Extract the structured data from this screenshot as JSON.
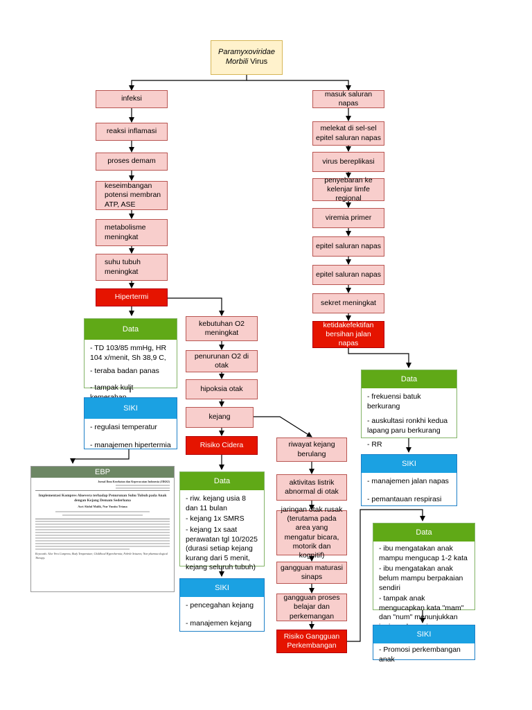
{
  "root": {
    "line1": "Paramyxoviridae",
    "line2": "Morbili",
    "line3": "Virus"
  },
  "left_chain": [
    "infeksi",
    "reaksi inflamasi",
    "proses demam",
    "keseimbangan potensi membran ATP, ASE",
    "metabolisme meningkat",
    "suhu tubuh meningkat"
  ],
  "hipertermi": "Hipertermi",
  "right_chain": [
    "masuk saluran napas",
    "melekat di sel-sel epitel saluran napas",
    "virus bereplikasi",
    "penyebaran ke kelenjar limfe regional",
    "viremia primer",
    "epitel saluran napas",
    "epitel saluran napas",
    "sekret meningkat"
  ],
  "bersihan": "ketidakefektifan bersihan jalan napas",
  "mid_chain": [
    "kebutuhan O2 meningkat",
    "penurunan O2 di otak",
    "hipoksia otak",
    "kejang"
  ],
  "risiko_cidera": "Risiko Cidera",
  "dev_chain": [
    "riwayat kejang berulang",
    "aktivitas listrik abnormal di otak",
    "jaringan otak rusak (terutama pada area yang mengatur bicara, motorik dan kognitif)",
    "gangguan maturasi sinaps",
    "gangguan proses belajar dan perkemangan"
  ],
  "risiko_perkembangan": "Risiko Gangguan Perkembangan",
  "data_hipertermi": {
    "title": "Data",
    "items": [
      "- TD 103/85 mmHg, HR 104 x/menit, Sh 38,9 C,",
      "- teraba badan panas",
      "- tampak kulit kemerahan"
    ]
  },
  "siki_hipertermi": {
    "title": "SIKI",
    "items": [
      "- regulasi temperatur",
      "- manajemen hipertermia"
    ]
  },
  "data_napas": {
    "title": "Data",
    "items": [
      "- frekuensi batuk berkurang",
      "- auskultasi ronkhi kedua lapang paru berkurang",
      "- RR"
    ]
  },
  "siki_napas": {
    "title": "SIKI",
    "items": [
      "- manajemen jalan napas",
      "- pemantauan respirasi"
    ]
  },
  "data_cidera": {
    "title": "Data",
    "items": [
      "- riw. kejang usia 8 dan 11 bulan",
      "- kejang 1x SMRS",
      "- kejang 1x saat perawatan tgl 10/2025 (durasi setiap kejang kurang dari 5 menit, kejang seluruh tubuh)"
    ]
  },
  "siki_cidera": {
    "title": "SIKI",
    "items": [
      "- pencegahan kejang",
      "- manajemen kejang"
    ]
  },
  "data_perkembangan": {
    "title": "Data",
    "items": [
      "- ibu mengatakan anak mampu mengucap 1-2 kata",
      "- ibu mengatakan anak belum mampu berpakaian sendiri",
      "- tampak anak mengucapkan kata \"mam\" dan \"num\" menunjukkan ingin makan minum"
    ]
  },
  "siki_perkembangan": {
    "title": "SIKI",
    "items": [
      "- Promosi perkembangan anak"
    ]
  },
  "ebp": {
    "title": "EBP",
    "journal": "Jurnal Ilmu Kesehatan dan Keperawatan Indonesia (JIKKI)",
    "paper_title": "Implementasi Kompres Aloevera terhadap Penurunan Suhu Tubuh pada Anak dengan Kejang Demam Sederhana",
    "authors": "Asri Abdul Malik, Nur Yunita Triana",
    "keywords": "Keywords: Aloe Vera Compress; Body Temperature; Childhood Hyperthermia; Febrile Seizures; Non-pharmacological Therapy."
  },
  "colors": {
    "pink": "#f8cecc",
    "red": "#e51400",
    "yellow": "#fff2cc",
    "green": "#60a917",
    "blue": "#1ba1e2",
    "ebp_header": "#6d8764"
  }
}
